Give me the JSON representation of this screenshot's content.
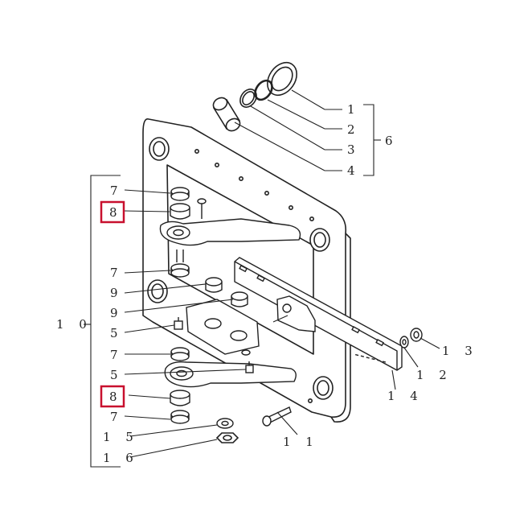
{
  "diagram": {
    "callouts": [
      {
        "id": "c1",
        "label": "1"
      },
      {
        "id": "c2",
        "label": "2"
      },
      {
        "id": "c3",
        "label": "3"
      },
      {
        "id": "c4",
        "label": "4"
      },
      {
        "id": "c6",
        "label": "6"
      },
      {
        "id": "c7a",
        "label": "7"
      },
      {
        "id": "c8a",
        "label": "8",
        "highlighted": true
      },
      {
        "id": "c7b",
        "label": "7"
      },
      {
        "id": "c9a",
        "label": "9"
      },
      {
        "id": "c9b",
        "label": "9"
      },
      {
        "id": "c10",
        "label": "1 0"
      },
      {
        "id": "c5a",
        "label": "5"
      },
      {
        "id": "c7c",
        "label": "7"
      },
      {
        "id": "c5b",
        "label": "5"
      },
      {
        "id": "c8b",
        "label": "8",
        "highlighted": true
      },
      {
        "id": "c7d",
        "label": "7"
      },
      {
        "id": "c15",
        "label": "1 5"
      },
      {
        "id": "c16",
        "label": "1 6"
      },
      {
        "id": "c11",
        "label": "1 1"
      },
      {
        "id": "c12",
        "label": "1 2"
      },
      {
        "id": "c13",
        "label": "1 3"
      },
      {
        "id": "c14",
        "label": "1 4"
      }
    ],
    "highlight_color": "#c8102e",
    "line_color": "#222222"
  }
}
